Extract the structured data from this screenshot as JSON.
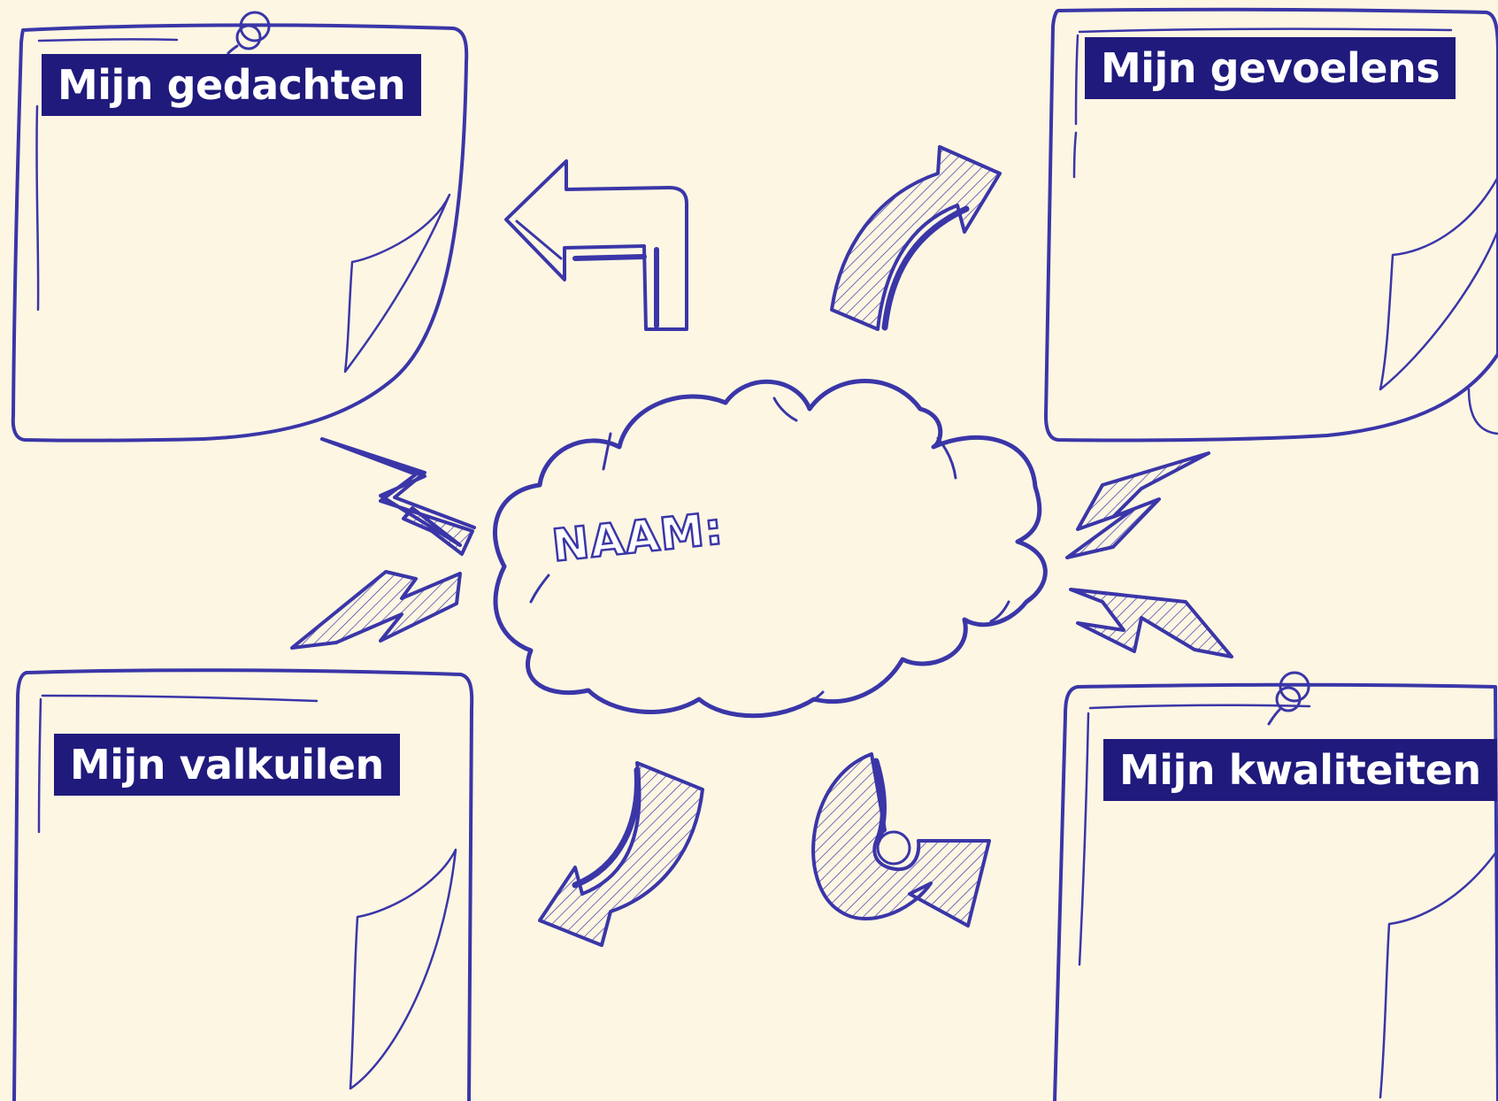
{
  "colors": {
    "background": "#fdf6e3",
    "ink": "#3a36a8",
    "label_background": "#1f1a7c",
    "label_text": "#ffffff"
  },
  "center": {
    "naam_label": "NAAM:"
  },
  "notes": [
    {
      "label": "Mijn gedachten"
    },
    {
      "label": "Mijn gevoelens"
    },
    {
      "label": "Mijn valkuilen"
    },
    {
      "label": "Mijn kwaliteiten"
    }
  ],
  "decorations": {
    "arrow_icons": [
      "turn-left-arrow-icon",
      "curved-arrow-up-right-icon",
      "curved-arrow-down-left-icon",
      "u-turn-arrow-icon"
    ],
    "bolt_icons": [
      "lightning-bolt-icon"
    ],
    "pin_icons": [
      "push-pin-icon"
    ]
  }
}
